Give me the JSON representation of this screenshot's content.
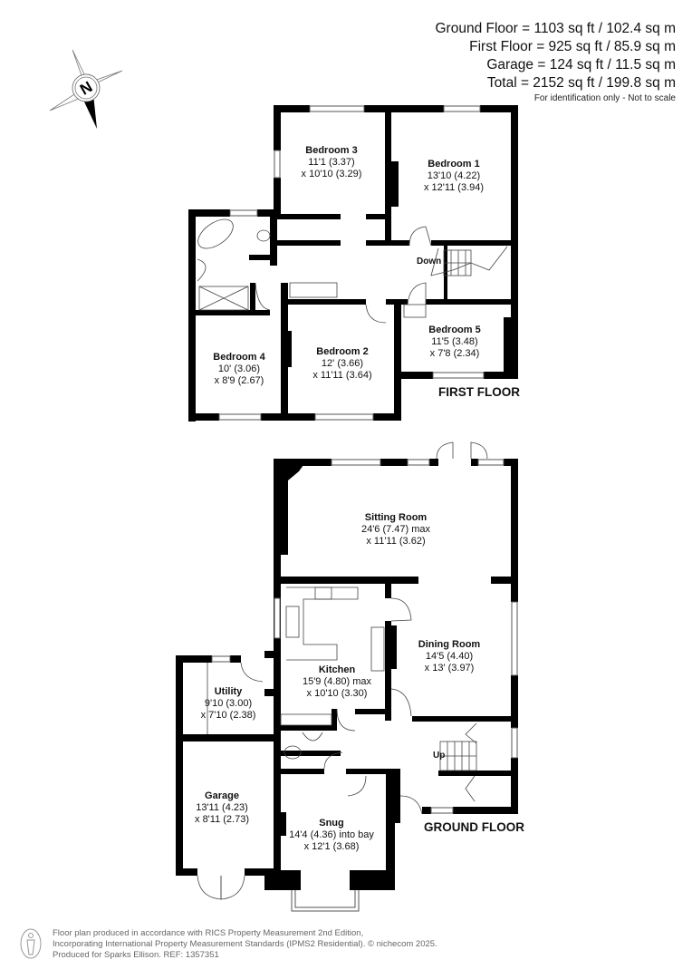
{
  "areas": {
    "ground_floor": "Ground Floor = 1103 sq ft / 102.4 sq m",
    "first_floor": "First Floor = 925 sq ft / 85.9 sq m",
    "garage": "Garage = 124 sq ft / 11.5 sq m",
    "total": "Total = 2152 sq ft / 199.8 sq m",
    "note": "For identification only - Not to scale"
  },
  "compass": {
    "icon": "compass-north-icon",
    "label": "N"
  },
  "first_floor": {
    "title": "FIRST FLOOR",
    "stairs_label": "Down",
    "rooms": [
      {
        "name": "Bedroom 3",
        "dim1": "11'1 (3.37)",
        "dim2": "x 10'10 (3.29)"
      },
      {
        "name": "Bedroom 1",
        "dim1": "13'10 (4.22)",
        "dim2": "x 12'11 (3.94)"
      },
      {
        "name": "Bedroom 5",
        "dim1": "11'5 (3.48)",
        "dim2": "x 7'8 (2.34)"
      },
      {
        "name": "Bedroom 4",
        "dim1": "10' (3.06)",
        "dim2": "x 8'9 (2.67)"
      },
      {
        "name": "Bedroom 2",
        "dim1": "12' (3.66)",
        "dim2": "x 11'11 (3.64)"
      }
    ]
  },
  "ground_floor": {
    "title": "GROUND FLOOR",
    "stairs_label": "Up",
    "rooms": [
      {
        "name": "Sitting Room",
        "dim1": "24'6 (7.47) max",
        "dim2": "x 11'11 (3.62)"
      },
      {
        "name": "Dining Room",
        "dim1": "14'5 (4.40)",
        "dim2": "x 13' (3.97)"
      },
      {
        "name": "Kitchen",
        "dim1": "15'9 (4.80) max",
        "dim2": "x 10'10 (3.30)"
      },
      {
        "name": "Utility",
        "dim1": "9'10 (3.00)",
        "dim2": "x 7'10 (2.38)"
      },
      {
        "name": "Garage",
        "dim1": "13'11 (4.23)",
        "dim2": "x 8'11 (2.73)"
      },
      {
        "name": "Snug",
        "dim1": "14'4 (4.36) into bay",
        "dim2": "x 12'1 (3.68)"
      }
    ]
  },
  "footer": {
    "icon": "person-icon",
    "line1": "Floor plan produced in accordance with RICS Property Measurement 2nd Edition,",
    "line2": "Incorporating International Property Measurement Standards (IPMS2 Residential).   © nichecom 2025.",
    "line3": "Produced for Sparks Ellison.   REF: 1357351"
  }
}
